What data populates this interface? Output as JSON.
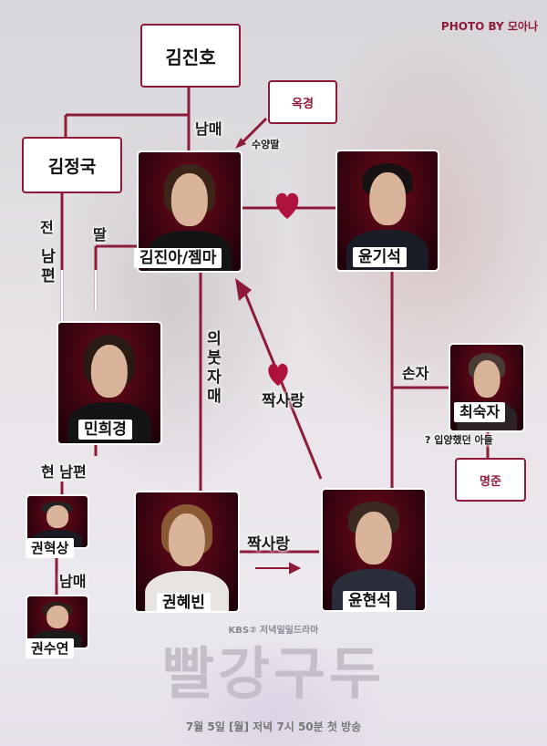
{
  "credit": "PHOTO BY 모아나",
  "boxes": {
    "kim_jinho": "김진호",
    "kim_jeongguk": "김정국",
    "okgyeong": "옥경",
    "myeongjun": "명준"
  },
  "people": {
    "kim_jina": "김진아/젬마",
    "yun_giseok": "윤기석",
    "min_huigyeong": "민희경",
    "choe_sukja": "최숙자",
    "gwon_hyeoksang": "권혁상",
    "gwon_suyeon": "권수연",
    "gwon_hyebin": "권혜빈",
    "yun_hyeonseok": "윤현석"
  },
  "relations": {
    "siblings_top": "남매",
    "adopted_daughter": "수양딸",
    "ex_husband_1": "전",
    "ex_husband_2": "남편",
    "daughter": "딸",
    "step_sisters": "의붓자매",
    "one_sided_love_1": "짝사랑",
    "one_sided_love_2": "짝사랑",
    "grandson": "손자",
    "adopted_son": "? 입양했던 아들",
    "current_husband": "현 남편",
    "siblings_bottom": "남매"
  },
  "footer": {
    "broadcaster": "KBS② 저녁일일드라마",
    "title": "빨강구두",
    "airing": "7월 5일 [월] 저녁 7시 50분 첫 방송"
  },
  "colors": {
    "line": "#8e1a3a",
    "box_border": "#8e1a3a",
    "photo_bg": "#5a0614"
  }
}
